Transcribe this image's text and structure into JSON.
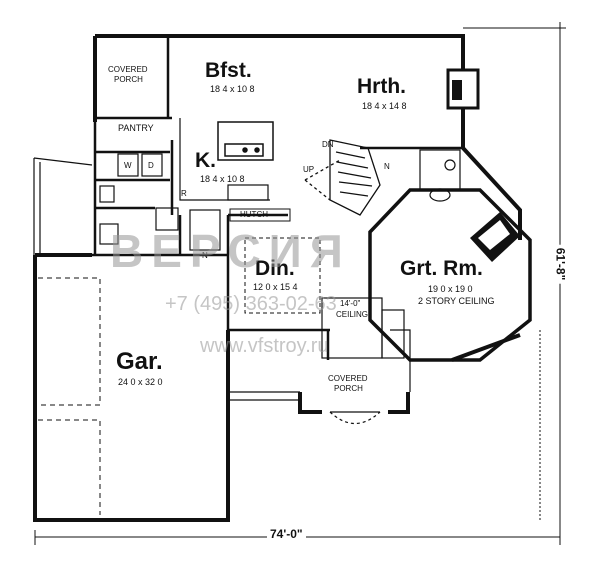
{
  "rooms": {
    "breakfast": {
      "name": "Bfst.",
      "size": "18 4 x 10 8"
    },
    "hearth": {
      "name": "Hrth.",
      "size": "18 4 x 14 8"
    },
    "kitchen": {
      "name": "K.",
      "size": "18 4 x 10 8"
    },
    "dining": {
      "name": "Din.",
      "size": "12 0 x 15 4"
    },
    "great_room": {
      "name": "Grt. Rm.",
      "size": "19 0 x 19 0",
      "note": "2 STORY CEILING"
    },
    "garage": {
      "name": "Gar.",
      "size": "24 0 x 32 0"
    }
  },
  "labels": {
    "covered_porch_top": [
      "COVERED",
      "PORCH"
    ],
    "covered_porch_bottom": [
      "COVERED",
      "PORCH"
    ],
    "pantry": "PANTRY",
    "hutch": "HUTCH",
    "ceiling_note": [
      "14'-0\"",
      "CEILING"
    ],
    "stair_dn": "DN",
    "stair_up": "UP",
    "washer": "W",
    "dryer": "D",
    "refrigerator": "R",
    "n_top": "N",
    "n_entry": "N"
  },
  "dimensions": {
    "width": "74'-0\"",
    "depth": "61'-8\""
  },
  "watermark": {
    "logo": "ВЕРСИЯ",
    "phone": "+7 (495) 363-02-63",
    "site": "www.vfstroy.ru"
  },
  "colors": {
    "wall": "#111111",
    "watermark": "#9a9a9a"
  }
}
